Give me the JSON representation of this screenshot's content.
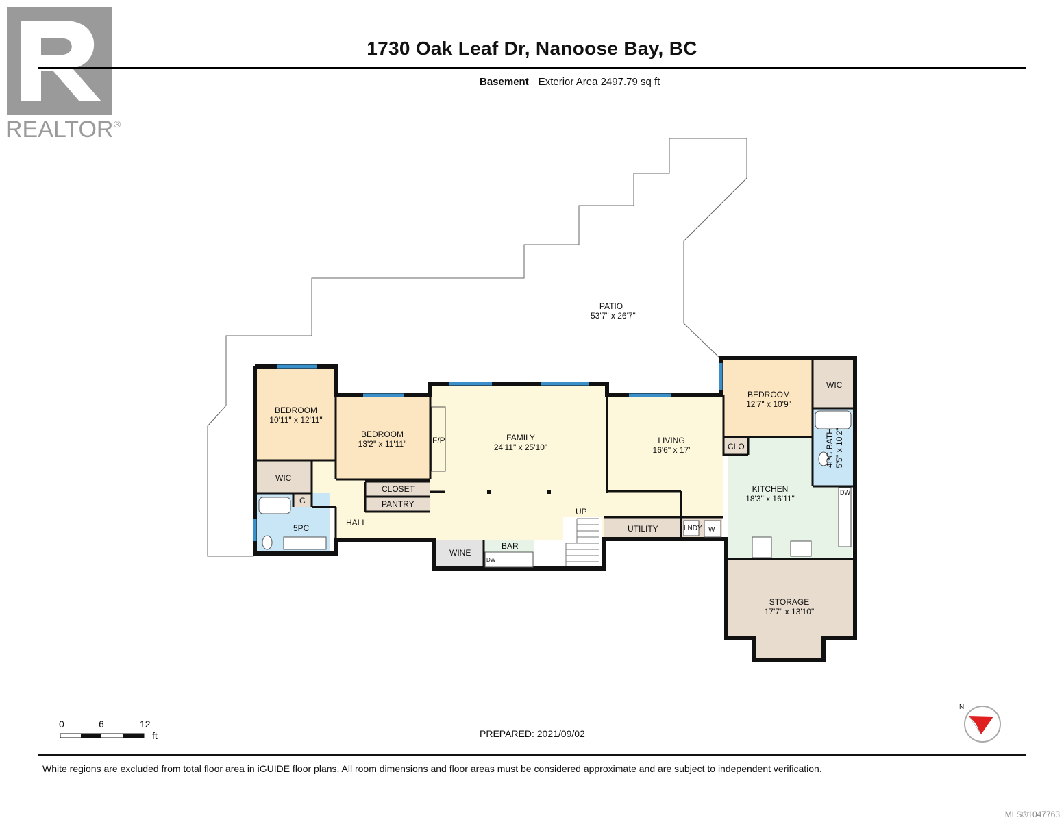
{
  "header": {
    "title": "1730 Oak Leaf Dr, Nanoose Bay, BC",
    "floor": "Basement",
    "area": "Exterior Area 2497.79 sq ft"
  },
  "logo": {
    "text": "REALTOR",
    "mark": "®",
    "color": "#9a9a9a"
  },
  "rooms": {
    "patio": {
      "name": "PATIO",
      "dims": "53'7\" x 26'7\""
    },
    "bedroom_a": {
      "name": "BEDROOM",
      "dims": "10'11\" x 12'11\""
    },
    "bedroom_b": {
      "name": "BEDROOM",
      "dims": "13'2\" x 11'11\""
    },
    "family": {
      "name": "FAMILY",
      "dims": "24'11\" x 25'10\""
    },
    "living": {
      "name": "LIVING",
      "dims": "16'6\" x 17'"
    },
    "bedroom_c": {
      "name": "BEDROOM",
      "dims": "12'7\" x 10'9\""
    },
    "kitchen": {
      "name": "KITCHEN",
      "dims": "18'3\" x 16'11\""
    },
    "storage": {
      "name": "STORAGE",
      "dims": "17'7\" x 13'10\""
    },
    "bath4": {
      "name": "4PC BATH",
      "dims": "5'5\" x 10'2\""
    }
  },
  "labels": {
    "wic_left": "WIC",
    "wic_right": "WIC",
    "c": "C",
    "pc5": "5PC",
    "hall": "HALL",
    "closet": "CLOSET",
    "pantry": "PANTRY",
    "fp": "F/P",
    "up": "UP",
    "wine": "WINE",
    "bar": "BAR",
    "utility": "UTILITY",
    "lndy": "LNDY",
    "w": "W",
    "clo": "CLO",
    "dw_bar": "DW",
    "dw_kitchen": "DW"
  },
  "scale": {
    "ticks": [
      "0",
      "6",
      "12"
    ],
    "unit": "ft"
  },
  "compass": {
    "label": "N"
  },
  "prepared": "PREPARED: 2021/09/02",
  "footer": "White regions are excluded from total floor area in iGUIDE floor plans. All room dimensions and floor areas must be considered approximate and are subject to independent verification.",
  "mls": "MLS®1047763",
  "colors": {
    "bedroom": "#fbe6c1",
    "family": "#fdf8dc",
    "kitchen": "#e6f3e6",
    "storage": "#e7dcce",
    "utility": "#e7dcce",
    "bath": "#c9e6f7",
    "wine": "#e3e3e3",
    "window": "#3a8fc8",
    "wall": "#111111"
  }
}
